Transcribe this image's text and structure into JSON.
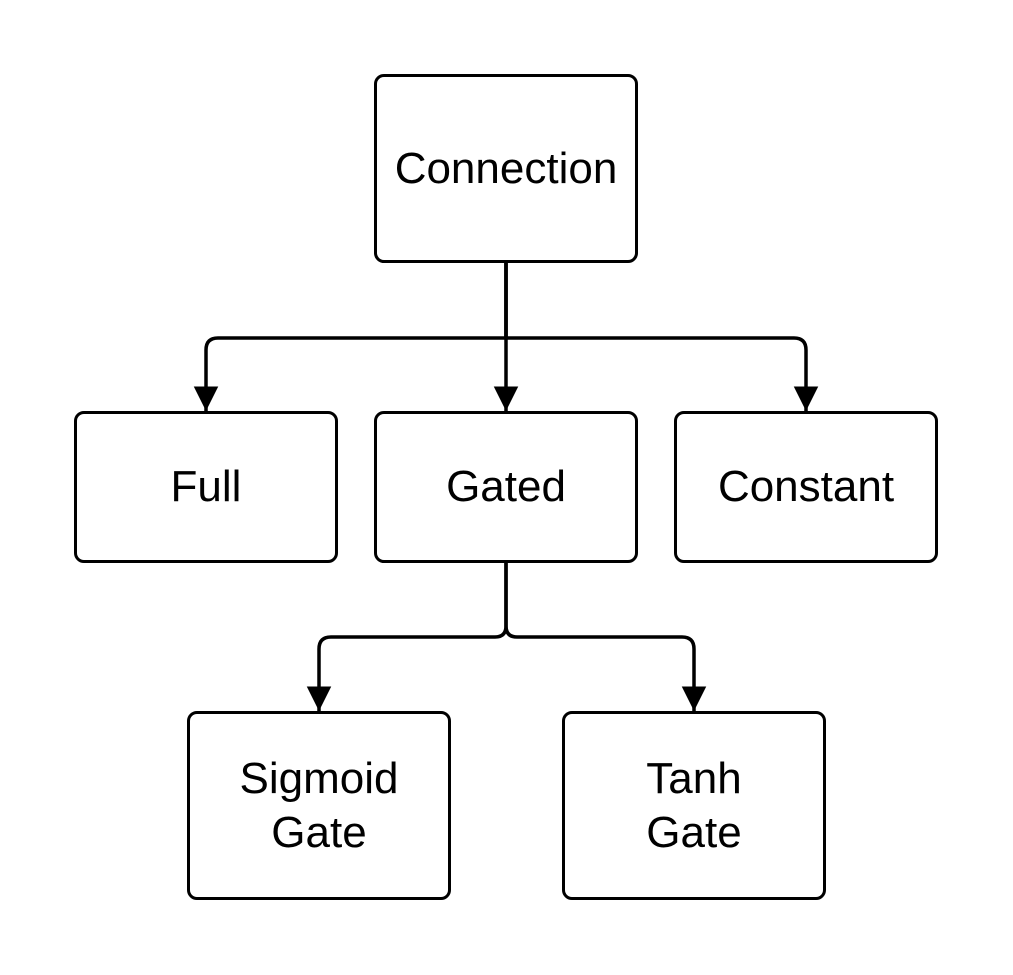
{
  "diagram": {
    "nodes": {
      "connection": {
        "label": "Connection"
      },
      "full": {
        "label": "Full"
      },
      "gated": {
        "label": "Gated"
      },
      "constant": {
        "label": "Constant"
      },
      "sigmoid_gate": {
        "line1": "Sigmoid",
        "line2": "Gate"
      },
      "tanh_gate": {
        "line1": "Tanh",
        "line2": "Gate"
      }
    },
    "edges": [
      {
        "from": "connection",
        "to": "full"
      },
      {
        "from": "connection",
        "to": "gated"
      },
      {
        "from": "connection",
        "to": "constant"
      },
      {
        "from": "gated",
        "to": "sigmoid_gate"
      },
      {
        "from": "gated",
        "to": "tanh_gate"
      }
    ],
    "colors": {
      "stroke": "#000000",
      "background": "#ffffff"
    }
  }
}
